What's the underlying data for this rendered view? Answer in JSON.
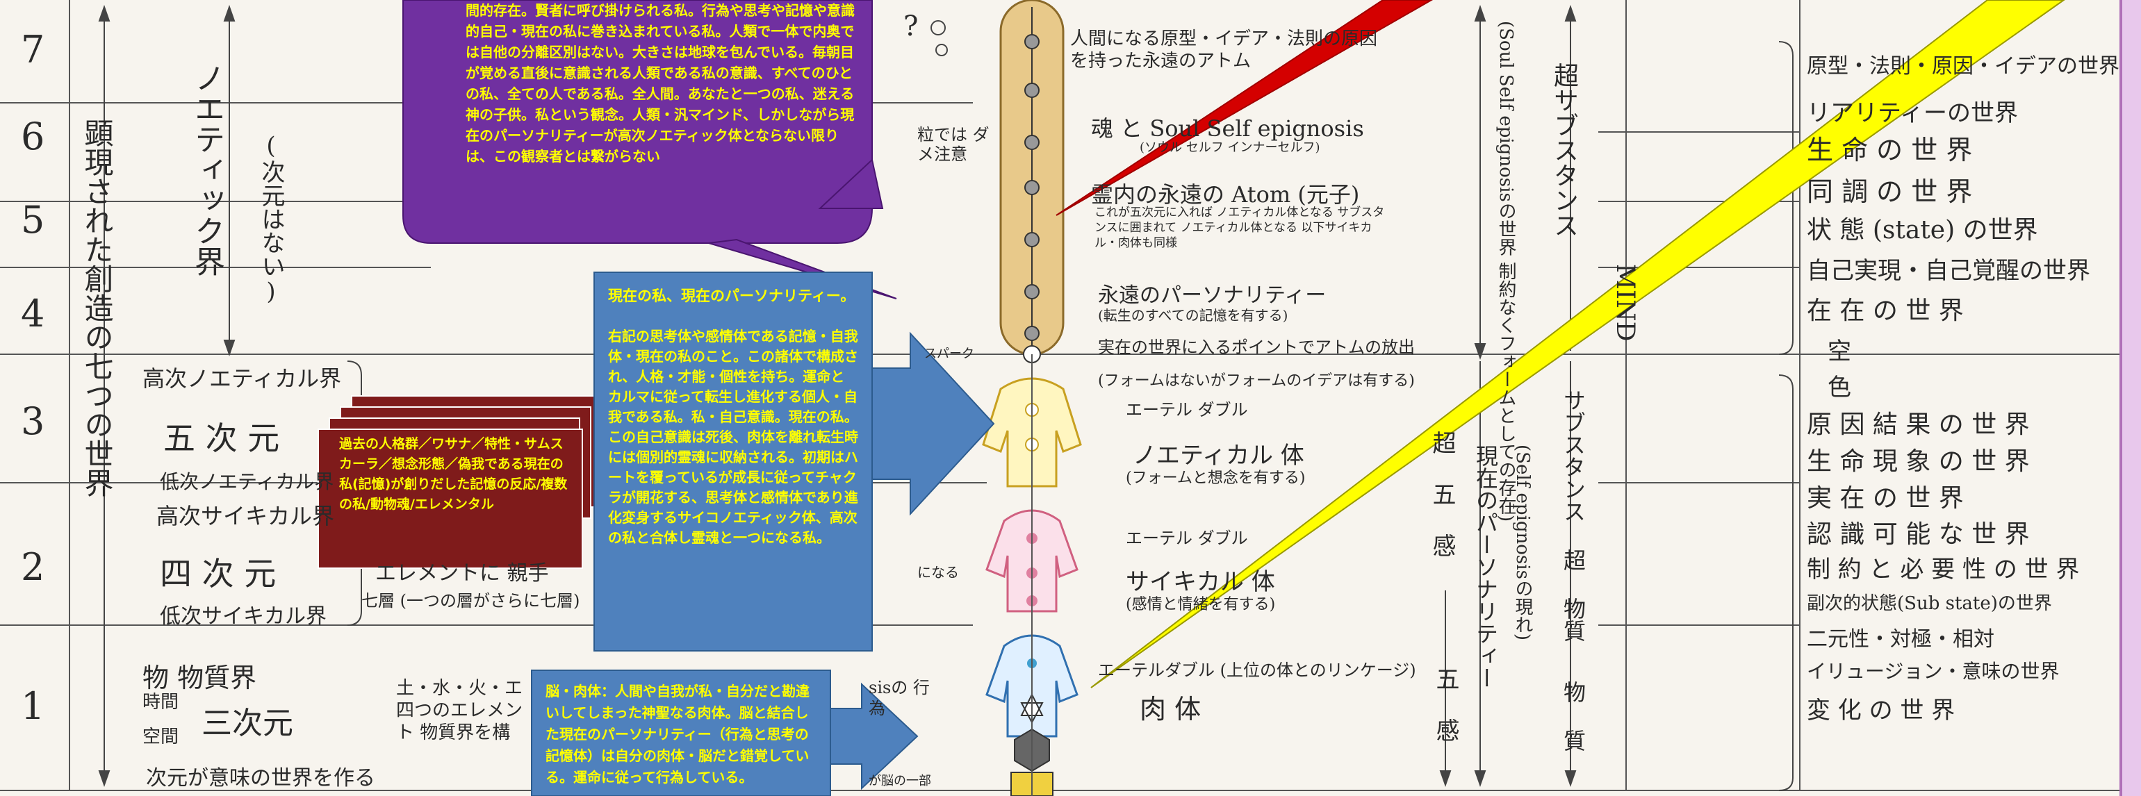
{
  "level_numbers": [
    "7",
    "6",
    "5",
    "4",
    "3",
    "2",
    "1"
  ],
  "left_vertical": {
    "manifested": "顕現された創造の七つの世界",
    "noetic_realm": "ノエティック界",
    "no_dimension": "(次元はない)"
  },
  "left_rows": {
    "higher_noetical": "高次ノエティカル界",
    "five_dim": "五 次 元",
    "lower_noetical": "低次ノエティカル界",
    "higher_psychical": "高次サイキカル界",
    "four_dim": "四 次 元",
    "lower_psychical": "低次サイキカル界",
    "physical_label": "物 物質界",
    "time": "時間",
    "space": "空間",
    "three_dim": "三次元",
    "dimension_note": "次元が意味の世界を作る",
    "seven_layers": "七層 (一つの層がさらに七層)",
    "elements_note": "土・水・火・エ 四つのエレメント 物質界を構",
    "elements_note2": "エレメントに 親手"
  },
  "purple_bubble": {
    "text": "間的存在。賢者に呼び掛けられる私。行為や思考や記憶や意識的自己・現在の私に巻き込まれている私。人類で一体で内奥では自他の分離区別はない。大きさは地球を包んでいる。毎朝目が覚める直後に意識される人類である私の意識、すべてのひとの私、全ての人である私。全人間。あなたと一つの私、迷える神の子供。私という観念。人類・汎マインド、しかしながら現在のパーソナリティーが高次ノエティック体とならない限りは、この観察者とは繋がらない"
  },
  "maroon_box": {
    "text": "過去の人格群／ワサナ／特性・サムスカーラ／想念形態／偽我である現在の私(記憶)が創りだした記憶の反応/複数の私/動物魂/エレメンタル"
  },
  "blue_box_1": {
    "title": "現在の私、現在のパーソナリティー。",
    "text": "右記の思考体や感情体である記憶・自我体・現在の私のこと。この諸体で構成され、人格・才能・個性を持ち。運命とカルマに従って転生し進化する個人・自我である私。私・自己意識。現在の私。この自己意識は死後、肉体を離れ転生時には個別的霊魂に収納される。初期はハートを覆っているが成長に従ってチャクラが開花する、思考体と感情体であり進化変身するサイコノエティック体、高次の私と合体し霊魂と一つになる私。"
  },
  "blue_box_2": {
    "text": "脳・肉体：人間や自我が私・自分だと勘違いしてしまった神聖なる肉体。脳と結合した現在のパーソナリティー（行為と思考の記憶体）は自分の肉体・脳だと錯覚している。運命に従って行為している。"
  },
  "center_labels": {
    "archetype": "人間になる原型・イデア・法則の原因を持った永遠のアトム",
    "soul_self": "魂 と Soul Self epignosis",
    "soul_self_sub": "(ソウル セルフ インナーセルフ)",
    "eternal_atom": "霊内の永遠の Atom (元子)",
    "eternal_atom_sub": "これが五次元に入れば ノエティカル体となる サブスタンスに囲まれて ノエティカル体となる 以下サイキカル・肉体も同様",
    "eternal_personality": "永遠のパーソナリティー",
    "eternal_personality_sub": "(転生のすべての記憶を有する)",
    "spark": "スパーク",
    "real_world_entry": "実在の世界に入るポイントでアトムの放出",
    "form_idea": "(フォームはないがフォームのイデアは有する)",
    "etheric_double": "エーテル ダブル",
    "noetical_body": "ノエティカル 体",
    "noetical_sub": "(フォームと想念を有する)",
    "etheric_double2": "エーテル ダブル",
    "psychical_body": "サイキカル 体",
    "psychical_sub": "(感情と情緒を有する)",
    "etheric_link": "エーテルダブル (上位の体とのリンケージ)",
    "physical_body": "肉 体",
    "particle_note": "粒では ダメ注意",
    "question": "?",
    "sis_note": "sisの 行為",
    "level_note": "になる",
    "brain_note": "が脳の一部"
  },
  "right_vertical": {
    "soul_self": "(Soul Self epignosisの世界 制約なくフォームとしての存在)",
    "super_substance": "超サブスタンス",
    "mind": "MIND",
    "substance_super": "サブスタンス 超 物質",
    "matter": "物 質",
    "super_five": "超 五 感",
    "five_senses": "五 感",
    "present_personality": "現在のパーソナリティー",
    "self_epignosis": "(Self epignosisの現れ)"
  },
  "right_worlds": [
    "原型・法則・原因・イデアの世界",
    "リアリティーの世界",
    "生 命 の 世 界",
    "同 調 の 世 界",
    "状 態 (state) の世界",
    "自己実現・自己覚醒の世界",
    "在 在 の 世 界",
    "空",
    "色",
    "原 因 結 果 の 世 界",
    "生 命 現 象 の 世 界",
    "実 在 の 世 界",
    "認 識 可 能 な 世 界",
    "制 約 と 必 要 性 の 世 界",
    "副次的状態(Sub state)の世界",
    "二元性・対極・相対",
    "イリュージョン・意味の世界",
    "変 化 の 世 界"
  ],
  "colors": {
    "paper": "#f7f4ee",
    "purple": "#7030a0",
    "maroon": "#7f1b1b",
    "blue": "#4f81bd",
    "yellow_text": "#ffff00",
    "red_beam": "#d40000",
    "yellow_beam": "#ffff00",
    "tan_pill": "#e8c98a",
    "right_border": "#c080c8"
  }
}
